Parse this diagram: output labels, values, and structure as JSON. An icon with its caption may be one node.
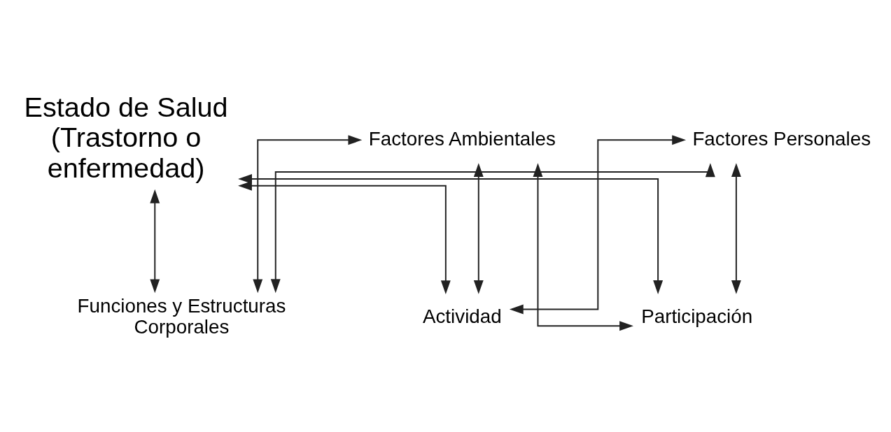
{
  "diagram": {
    "nodes": [
      {
        "text": [
          "Estado de Salud (Trastorno o enfermedad)"
        ]
      },
      {
        "text": [
          "Funciones y Estructuras Corporales"
        ]
      },
      {
        "text": [
          "Actividad"
        ]
      },
      {
        "text": [
          "Participación"
        ]
      },
      {
        "text": [
          "Factores Ambientales"
        ]
      },
      {
        "text": [
          "Factores Personales"
        ]
      }
    ],
    "edges": [
      {
        "from": 0,
        "to": 1,
        "arrow": "both"
      },
      {
        "from": 0,
        "to": 2,
        "arrow": "both"
      },
      {
        "from": 0,
        "to": 3,
        "arrow": "both"
      },
      {
        "from": 4,
        "to": 1,
        "arrow": "both"
      },
      {
        "from": 4,
        "to": 2,
        "arrow": "both"
      },
      {
        "from": 4,
        "to": 3,
        "arrow": "both"
      },
      {
        "from": 5,
        "to": 1,
        "arrow": "both"
      },
      {
        "from": 5,
        "to": 2,
        "arrow": "both"
      },
      {
        "from": 5,
        "to": 3,
        "arrow": "both"
      }
    ]
  }
}
